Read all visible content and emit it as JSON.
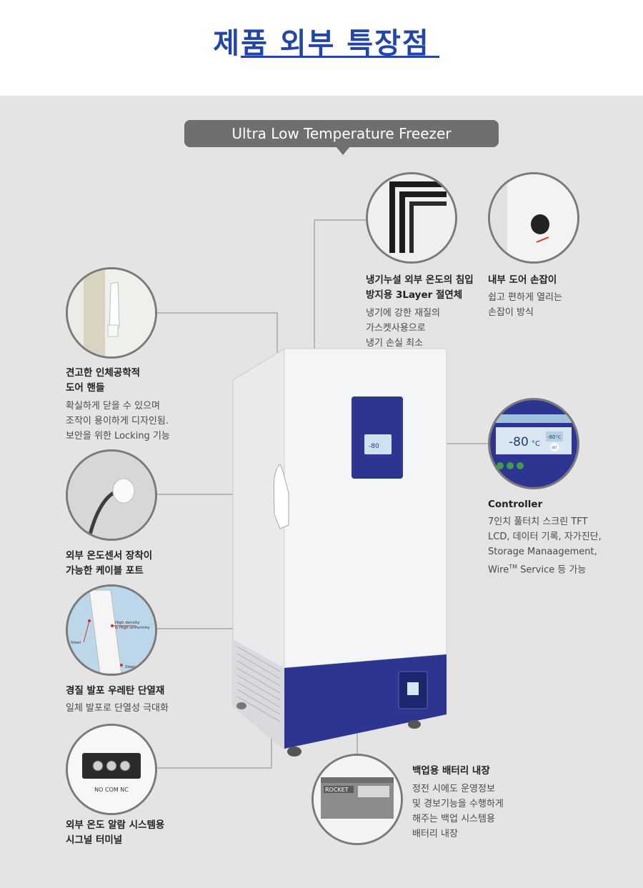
{
  "page": {
    "title": "제품 외부 특장점",
    "banner": "Ultra Low Temperature Freezer"
  },
  "features": {
    "handle": {
      "heading": [
        "견고한 인체공학적",
        "도어 핸들"
      ],
      "body": [
        "확실하게 닫을 수 있으며",
        "조작이 용이하게 디자인됨.",
        "보안을 위한 Locking 기능"
      ]
    },
    "sensor_port": {
      "heading": [
        "외부 온도센서 장착이",
        "가능한 케이블 포트"
      ]
    },
    "insulation": {
      "heading": [
        "경질 발포 우레탄 단열재"
      ],
      "body": [
        "일체 발포로 단열성 극대화"
      ],
      "labels": {
        "top": "High density",
        "top2": "& High uniformity",
        "left": "Steel",
        "bottom": "Steel"
      }
    },
    "alarm_terminal": {
      "heading": [
        "외부 온도 알람 시스템용",
        "시그널 터미널"
      ],
      "terminal_label": "NO COM NC"
    },
    "gasket": {
      "heading": [
        "냉기누설 외부 온도의 침입",
        "방지용 3Layer 절연체"
      ],
      "body": [
        "냉기에 강한 재질의",
        "가스켓사용으로",
        "냉기 손실 최소"
      ]
    },
    "inner_handle": {
      "heading": [
        "내부 도어 손잡이"
      ],
      "body": [
        "쉽고 편하게 열리는",
        "손잡이 방식"
      ]
    },
    "controller": {
      "heading": [
        "Controller"
      ],
      "body": [
        "7인치 풀터치 스크린 TFT",
        "LCD, 데이터 기록, 자가진단,",
        "Storage Manaagement,"
      ],
      "body_last_pre": "Wire",
      "body_last_sup": "TM",
      "body_last_post": " Service 등 가능",
      "display_temp": "-80",
      "display_unit": "°C",
      "set_label": "SET",
      "small_temp": "-80",
      "small_temp_unit": "°C"
    },
    "battery": {
      "heading": [
        "백업용 배터리 내장"
      ],
      "body": [
        "정전 시에도 운영정보",
        "및 경보기능을 수행하게",
        "해주는 백업 시스템용",
        "배터리 내장"
      ],
      "brand": "ROCKET"
    }
  },
  "colors": {
    "accent_blue": "#2146a6",
    "freezer_blue": "#2d3590",
    "panel_gray": "#e4e4e4",
    "banner_gray": "#6f6f6f"
  }
}
